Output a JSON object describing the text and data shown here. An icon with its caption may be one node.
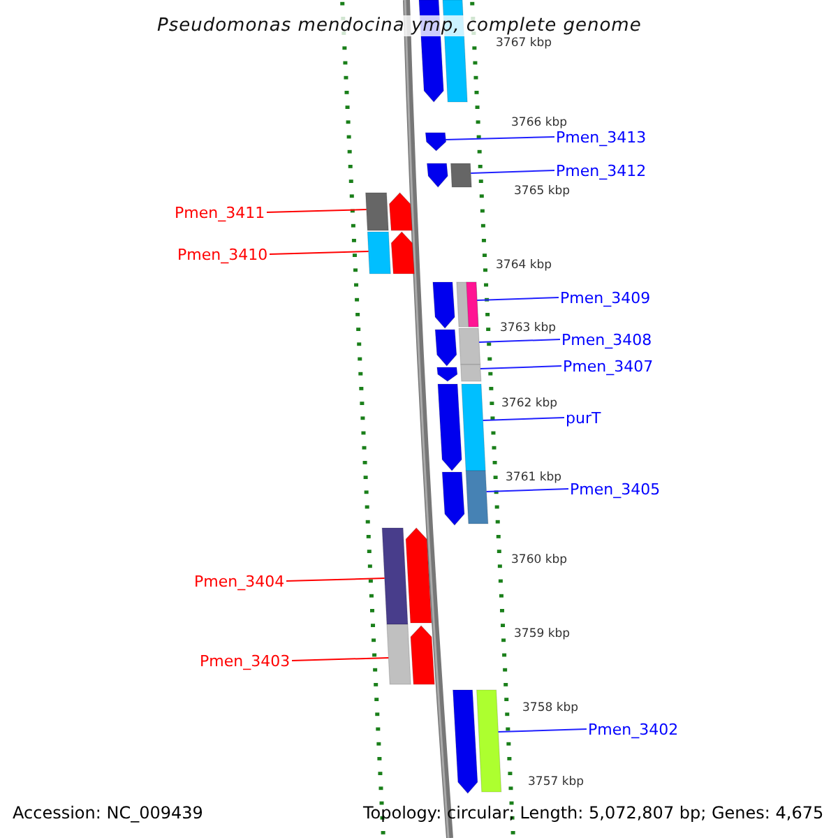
{
  "diagram": {
    "title": "Pseudomonas mendocina ymp, complete genome",
    "nodes": [
      {
        "text": [
          "Pmen_3413"
        ]
      },
      {
        "text": [
          "Pmen_3412"
        ]
      },
      {
        "text": [
          "Pmen_3411"
        ]
      },
      {
        "text": [
          "Pmen_3410"
        ]
      },
      {
        "text": [
          "Pmen_3409"
        ]
      },
      {
        "text": [
          "Pmen_3408"
        ]
      },
      {
        "text": [
          "Pmen_3407"
        ]
      },
      {
        "text": [
          "purT"
        ]
      },
      {
        "text": [
          "Pmen_3405"
        ]
      },
      {
        "text": [
          "Pmen_3404"
        ]
      },
      {
        "text": [
          "Pmen_3403"
        ]
      },
      {
        "text": [
          "Pmen_3402"
        ]
      },
      {
        "text": [],
        "shape": "pentagon"
      },
      {
        "text": [],
        "shape": "bar"
      },
      {
        "text": [],
        "shape": "bar"
      },
      {
        "text": [],
        "shape": "bar"
      },
      {
        "text": [],
        "shape": "bar"
      },
      {
        "text": [],
        "shape": "bar"
      },
      {
        "text": [],
        "shape": "bar"
      },
      {
        "text": [],
        "shape": "bar"
      },
      {
        "text": [],
        "shape": "bar"
      },
      {
        "text": [],
        "shape": "bar"
      },
      {
        "text": [],
        "shape": "bar"
      },
      {
        "text": [],
        "shape": "bar"
      }
    ],
    "edges": [
      {
        "from": 0,
        "to": 12,
        "arrow": "none"
      },
      {
        "from": 1,
        "to": 13,
        "arrow": "none"
      },
      {
        "from": 2,
        "to": 14,
        "arrow": "none",
        "color": "#ff0000"
      },
      {
        "from": 3,
        "to": 15,
        "arrow": "none",
        "color": "#ff0000"
      },
      {
        "from": 4,
        "to": 16,
        "arrow": "none"
      },
      {
        "from": 5,
        "to": 17,
        "arrow": "none"
      },
      {
        "from": 6,
        "to": 18,
        "arrow": "none"
      },
      {
        "from": 7,
        "to": 19,
        "arrow": "none"
      },
      {
        "from": 8,
        "to": 20,
        "arrow": "none"
      },
      {
        "from": 9,
        "to": 21,
        "arrow": "none",
        "color": "#ff0000"
      },
      {
        "from": 10,
        "to": 22,
        "arrow": "none",
        "color": "#ff0000"
      },
      {
        "from": 11,
        "to": 23,
        "arrow": "none"
      }
    ],
    "labels": [
      "3767 kbp",
      "3766 kbp",
      "3765 kbp",
      "3764 kbp",
      "3763 kbp",
      "3762 kbp",
      "3761 kbp",
      "3760 kbp",
      "3759 kbp",
      "3758 kbp",
      "3757 kbp",
      "Accession: NC_009439",
      "Topology: circular; Length: 5,072,807 bp; Genes: 4,675"
    ]
  }
}
